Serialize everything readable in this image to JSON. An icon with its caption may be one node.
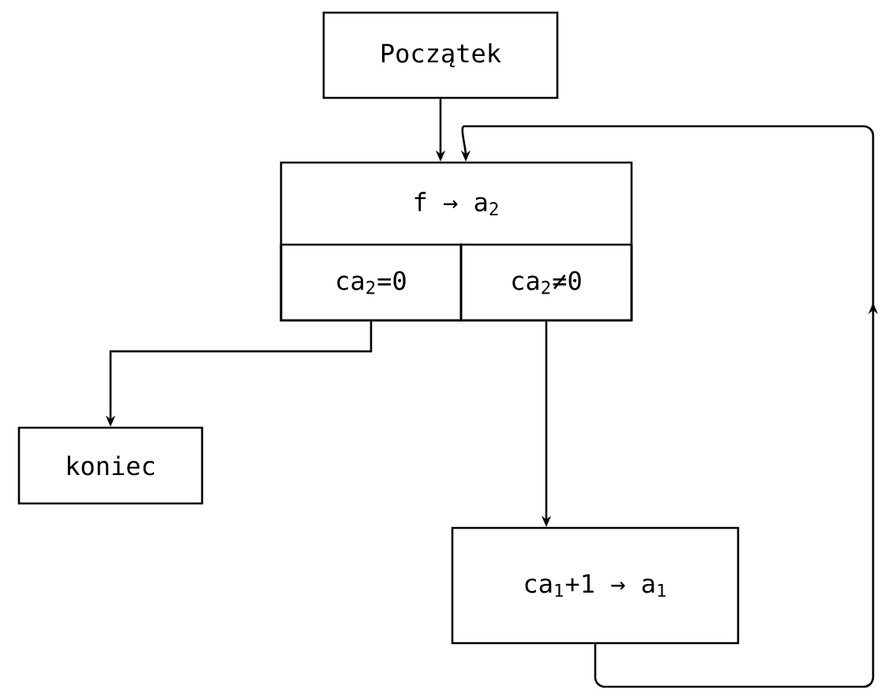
{
  "diagram": {
    "nodes": [
      {
        "text": [
          "Początek"
        ]
      },
      {
        "text": [
          "f → a$_{2}$"
        ]
      },
      {
        "text": [
          "ca$_{2}$=0"
        ],
        "in": 1
      },
      {
        "text": [
          "ca$_{2}$≠0"
        ],
        "in": 1
      },
      {
        "text": [
          "koniec"
        ]
      },
      {
        "text": [
          "ca$_{1}$+1 → a$_{1}$"
        ]
      }
    ],
    "edges": [
      {
        "from": 0,
        "to": 1,
        "arrow": "to"
      },
      {
        "from": 2,
        "to": 4,
        "arrow": "to"
      },
      {
        "from": 3,
        "to": 5,
        "arrow": "to"
      },
      {
        "from": 5,
        "to": 1,
        "arrow": "to"
      }
    ]
  }
}
